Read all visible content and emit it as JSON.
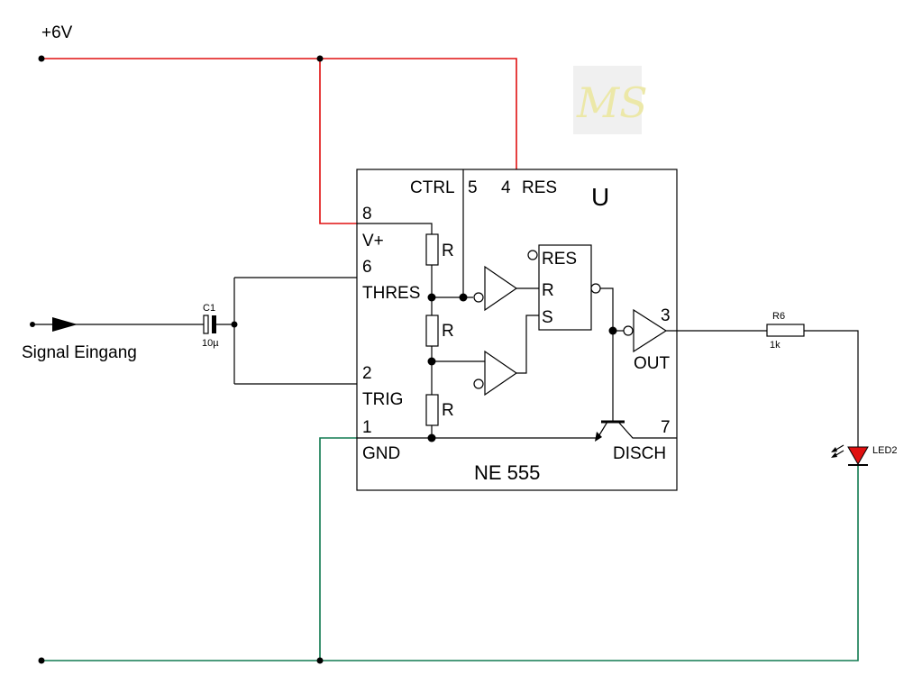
{
  "supply": {
    "label": "+6V",
    "color": "#e01010"
  },
  "ground": {
    "color": "#107a50"
  },
  "input": {
    "label": "Signal Eingang"
  },
  "c1": {
    "name": "C1",
    "value": "10µ"
  },
  "ic": {
    "title": "U",
    "name": "NE 555",
    "pins": {
      "p8": "8",
      "vplus": "V+",
      "p6": "6",
      "thres": "THRES",
      "p2": "2",
      "trig": "TRIG",
      "p1": "1",
      "gnd": "GND",
      "ctrl": "CTRL",
      "p5": "5",
      "p4": "4",
      "res": "RES",
      "p3": "3",
      "out": "OUT",
      "p7": "7",
      "disch": "DISCH"
    },
    "divider_resistor": "R",
    "flipflop": {
      "res": "RES",
      "r": "R",
      "s": "S"
    }
  },
  "r6": {
    "name": "R6",
    "value": "1k"
  },
  "led": {
    "name": "LED2",
    "color": "#e01010"
  },
  "logo": {
    "text": "MS",
    "background": "#f0f0f0"
  }
}
